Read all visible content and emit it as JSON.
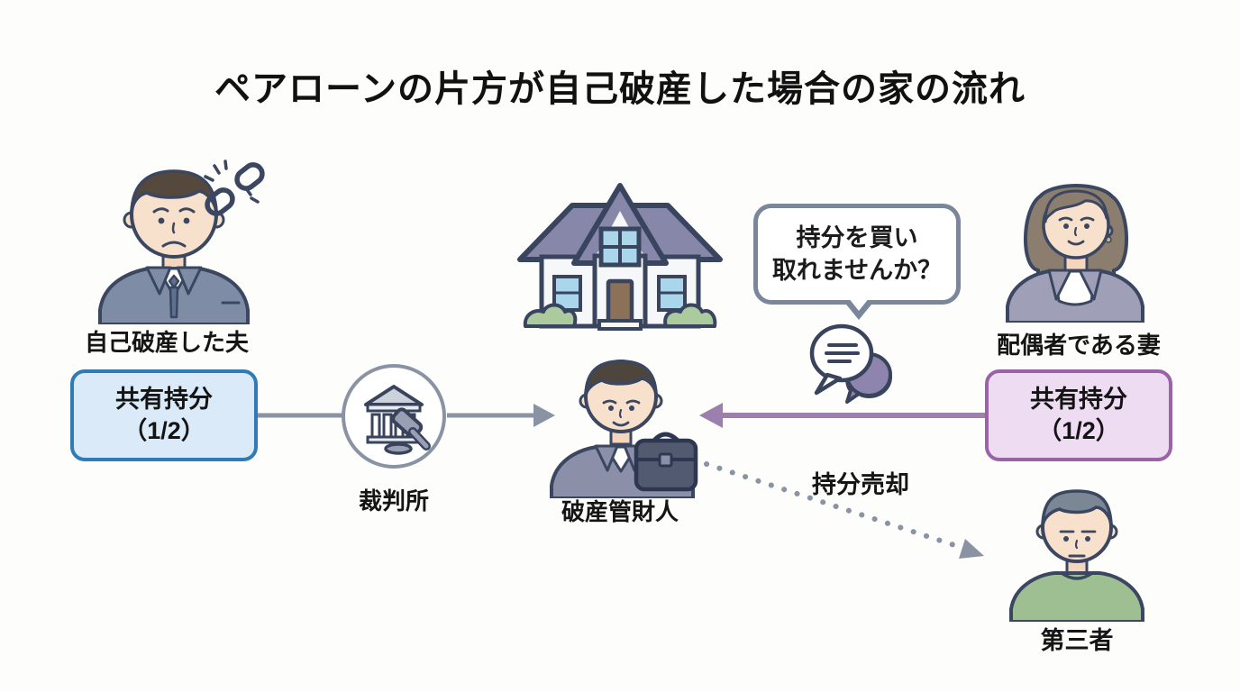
{
  "title": "ペアローンの片方が自己破産した場合の家の流れ",
  "actors": {
    "husband": {
      "label": "自己破産した夫",
      "icon": "broken-chain-icon"
    },
    "court": {
      "label": "裁判所",
      "icon": "courthouse-gavel-icon"
    },
    "trustee": {
      "label": "破産管財人",
      "icon": "briefcase-icon"
    },
    "wife": {
      "label": "配偶者である妻"
    },
    "third_party": {
      "label": "第三者"
    },
    "house": {
      "icon": "house-icon"
    }
  },
  "boxes": {
    "husband_share": {
      "line1": "共有持分",
      "line2": "（1/2）",
      "fill": "#daeaf8",
      "border": "#2e7bb5"
    },
    "wife_share": {
      "line1": "共有持分",
      "line2": "（1/2）",
      "fill": "#eedcf2",
      "border": "#9a63a8"
    }
  },
  "speech_bubble": {
    "line1": "持分を買い",
    "line2": "取れませんか？"
  },
  "arrows": {
    "sale_label": "持分売却",
    "gray_color": "#8a93a3",
    "purple_color": "#9d7fae",
    "flow_left": "husband-share to court to trustee",
    "flow_right": "wife-share to trustee",
    "flow_dotted": "trustee to third-party"
  }
}
